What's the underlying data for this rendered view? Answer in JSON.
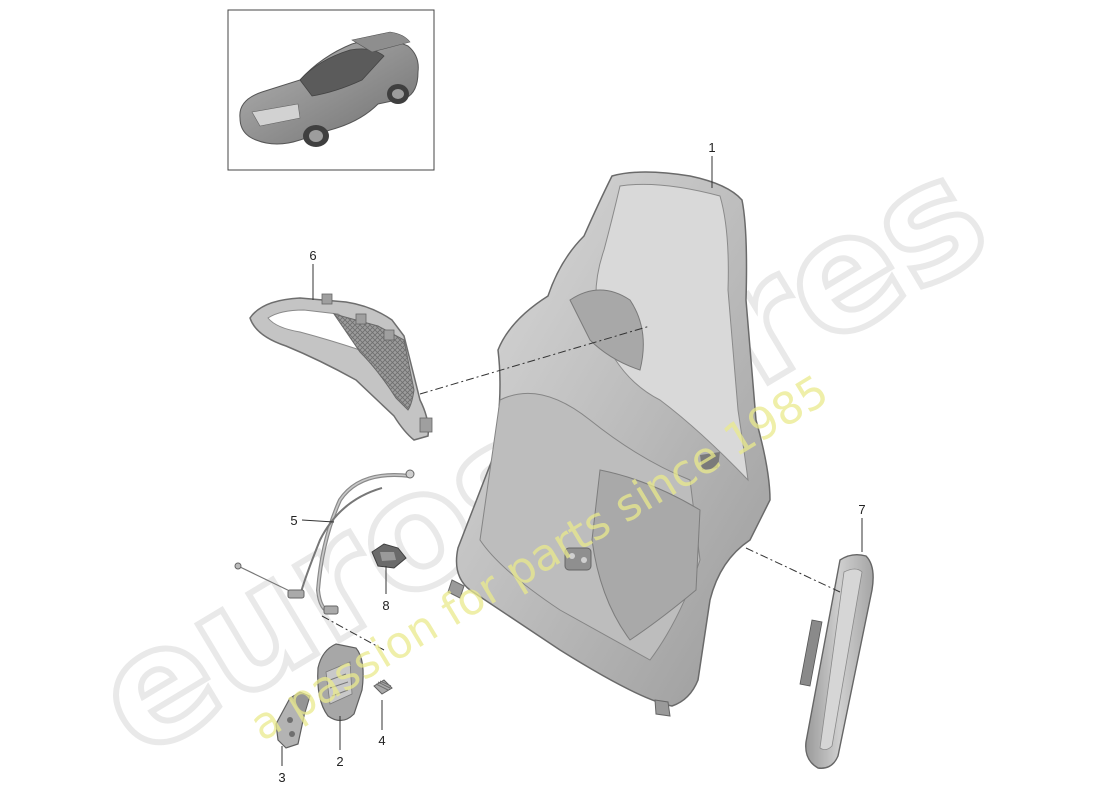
{
  "colors": {
    "part_fill": "#c7c7c7",
    "part_dark": "#8d8d8d",
    "part_light": "#e6e6e6",
    "leader": "#333333",
    "watermark_logo": "#ececec",
    "watermark_tagline": "#eeeeb0"
  },
  "callouts": [
    {
      "number": "1",
      "part": "seat backrest shell"
    },
    {
      "number": "2",
      "part": "bracket"
    },
    {
      "number": "3",
      "part": "hinge bracket"
    },
    {
      "number": "4",
      "part": "spring"
    },
    {
      "number": "5",
      "part": "bowden cable"
    },
    {
      "number": "6",
      "part": "trim frame"
    },
    {
      "number": "7",
      "part": "side cover"
    },
    {
      "number": "8",
      "part": "clip"
    }
  ],
  "watermark": {
    "logo": "eurospares",
    "tagline": "a passion for parts since 1985"
  }
}
